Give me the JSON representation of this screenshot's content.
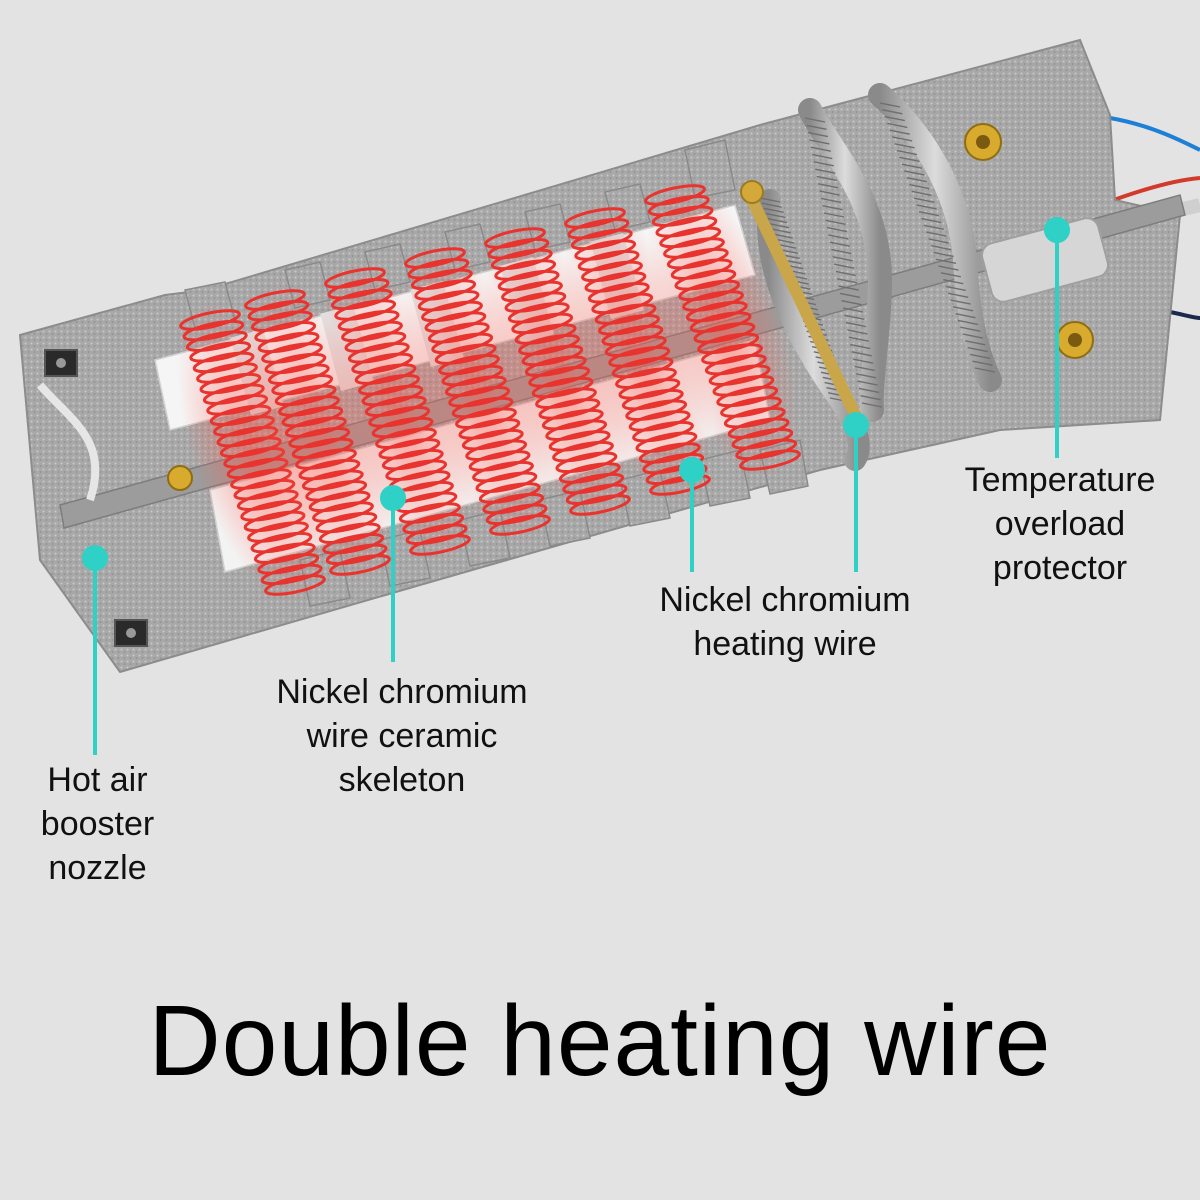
{
  "callouts": {
    "nozzle": {
      "lines": [
        "Hot air",
        "booster",
        "nozzle"
      ]
    },
    "skeleton": {
      "lines": [
        "Nickel chromium",
        "wire ceramic",
        "skeleton"
      ]
    },
    "heating_wire": {
      "lines": [
        "Nickel chromium",
        "heating wire"
      ]
    },
    "protector": {
      "lines": [
        "Temperature",
        "overload",
        "protector"
      ]
    }
  },
  "title": "Double heating wire",
  "colors": {
    "background": "#e3e3e3",
    "callout_line": "#2fd1c6",
    "heating_coil": "#e8332e",
    "ceramic": "#f4f4f4",
    "mica_board": "#a9a9a9"
  }
}
